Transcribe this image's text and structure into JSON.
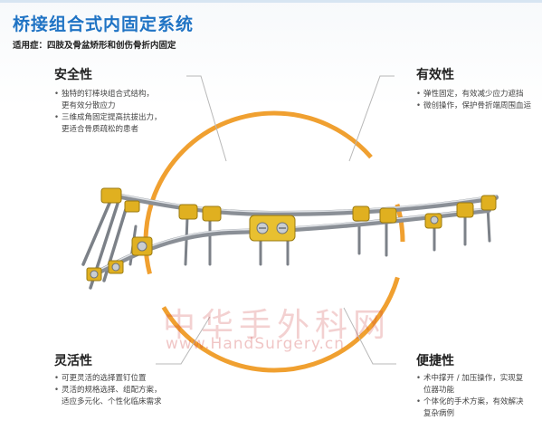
{
  "header": {
    "title": "桥接组合式内固定系统",
    "subtitle": "适用症：四肢及骨盆矫形和创伤骨折内固定"
  },
  "sections": {
    "safety": {
      "title": "安全性",
      "bullets": [
        {
          "line1": "独特的钉棒块组合式结构，",
          "line2": "更有效分散应力"
        },
        {
          "line1": "三维成角固定提高抗拔出力，",
          "line2": "更适合骨质疏松的患者"
        }
      ]
    },
    "efficacy": {
      "title": "有效性",
      "bullets": [
        {
          "line1": "弹性固定，有效减少应力遮挡",
          "line2": ""
        },
        {
          "line1": "微创操作，保护骨折端周围血运",
          "line2": ""
        }
      ]
    },
    "flexibility": {
      "title": "灵活性",
      "bullets": [
        {
          "line1": "可更灵活的选择置钉位置",
          "line2": ""
        },
        {
          "line1": "灵活的规格选择、组配方案，",
          "line2": "适应多元化、个性化临床需求"
        }
      ]
    },
    "convenience": {
      "title": "便捷性",
      "bullets": [
        {
          "line1": "术中撑开 / 加压操作，实现复",
          "line2": "位器功能"
        },
        {
          "line1": "个体化的手术方案，有效解决",
          "line2": "复杂病例"
        }
      ]
    }
  },
  "watermark": {
    "text": "中华手外科网",
    "url": "www.HandSurgery.cn"
  },
  "colors": {
    "title_blue": "#1f73c4",
    "ring_orange": "#f0a030",
    "rod_gray": "#8a8f96",
    "clamp_gold": "#e0b020"
  }
}
